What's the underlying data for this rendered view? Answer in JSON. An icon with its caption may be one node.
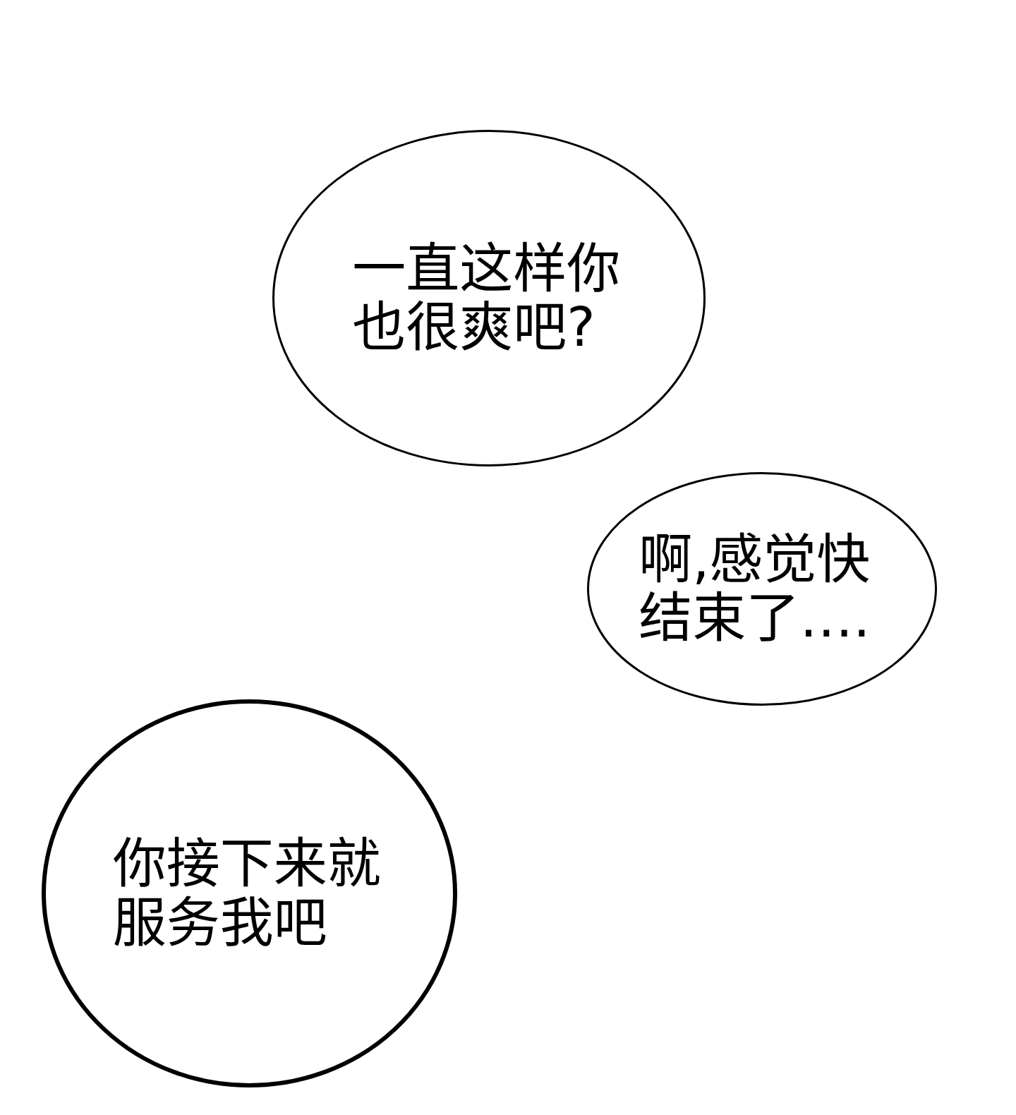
{
  "diagram": {
    "nodes": [
      {
        "text": [
          "一直这样你也很爽吧?"
        ]
      },
      {
        "text": [
          "啊,感觉快结束了…."
        ]
      },
      {
        "text": [
          "你接下来就服务我吧"
        ]
      }
    ]
  }
}
